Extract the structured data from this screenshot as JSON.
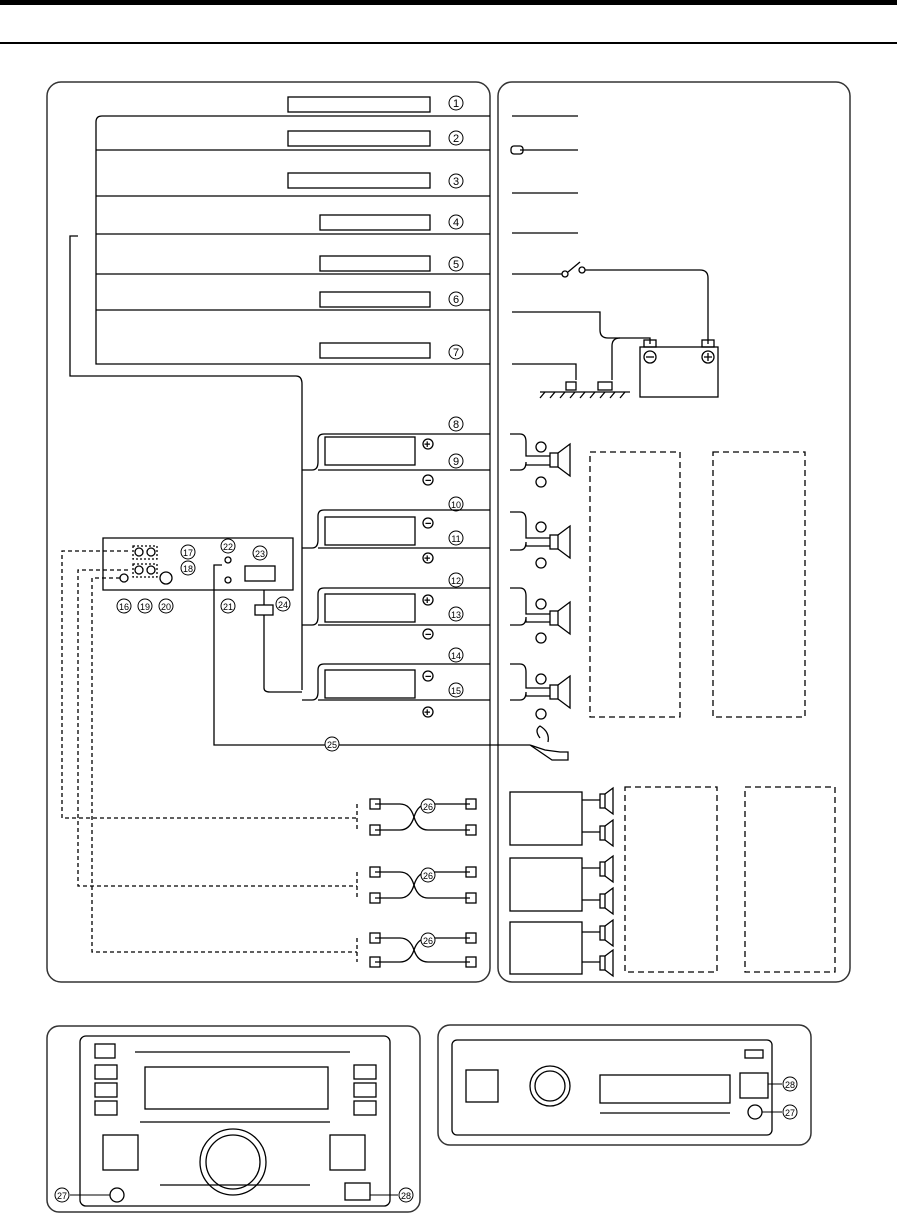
{
  "callouts": [
    "1",
    "2",
    "3",
    "4",
    "5",
    "6",
    "7",
    "8",
    "9",
    "10",
    "11",
    "12",
    "13",
    "14",
    "15",
    "16",
    "17",
    "18",
    "19",
    "20",
    "21",
    "22",
    "23",
    "24",
    "25",
    "26",
    "27",
    "28"
  ],
  "colors": {
    "line": "#000000",
    "panel_border": "#333333",
    "background": "#ffffff"
  },
  "icons": [
    "battery-icon",
    "speaker-icon",
    "rca-plug-icon",
    "microphone-icon",
    "switch-icon",
    "ground-icon"
  ]
}
